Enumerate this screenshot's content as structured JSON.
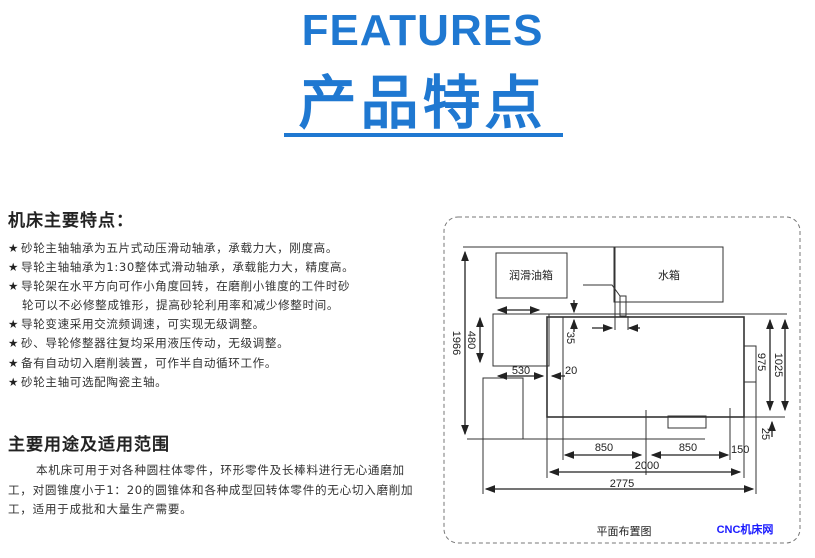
{
  "header": {
    "title_en": "FEATURES",
    "title_cn": "产品特点"
  },
  "features": {
    "heading": "机床主要特点：",
    "items": [
      "砂轮主轴轴承为五片式动压滑动轴承，承载力大，刚度高。",
      "导轮主轴轴承为1:30整体式滑动轴承，承载能力大，精度高。",
      "导轮架在水平方向可作小角度回转，在磨削小锥度的工件时砂",
      "轮可以不必修整成锥形，提高砂轮利用率和减少修整时间。",
      "导轮变速采用交流频调速，可实现无级调整。",
      "砂、导轮修整器往复均采用液压传动，无级调整。",
      "备有自动切入磨削装置，可作半自动循环工作。",
      "砂轮主轴可选配陶瓷主轴。"
    ]
  },
  "usage": {
    "heading": "主要用途及适用范围",
    "text": "本机床可用于对各种圆柱体零件，环形零件及长棒料进行无心通磨加工，对圆锥度小于1：20的圆锥体和各种成型回转体零件的无心切入磨削加工，适用于成批和大量生产需要。"
  },
  "layout_drawing": {
    "oil_tank": "润滑油箱",
    "water_tank": "水箱",
    "caption": "平面布置图",
    "watermark": "CNC机床网",
    "dims": {
      "d1966": "1966",
      "d480": "480",
      "d530": "530",
      "d20": "20",
      "d35": "35",
      "d975": "975",
      "d1025": "1025",
      "d25": "25",
      "d850a": "850",
      "d850b": "850",
      "d150": "150",
      "d2000": "2000",
      "d2775": "2775"
    }
  },
  "colors": {
    "accent": "#1f78d1",
    "watermark": "#1a1aff"
  }
}
